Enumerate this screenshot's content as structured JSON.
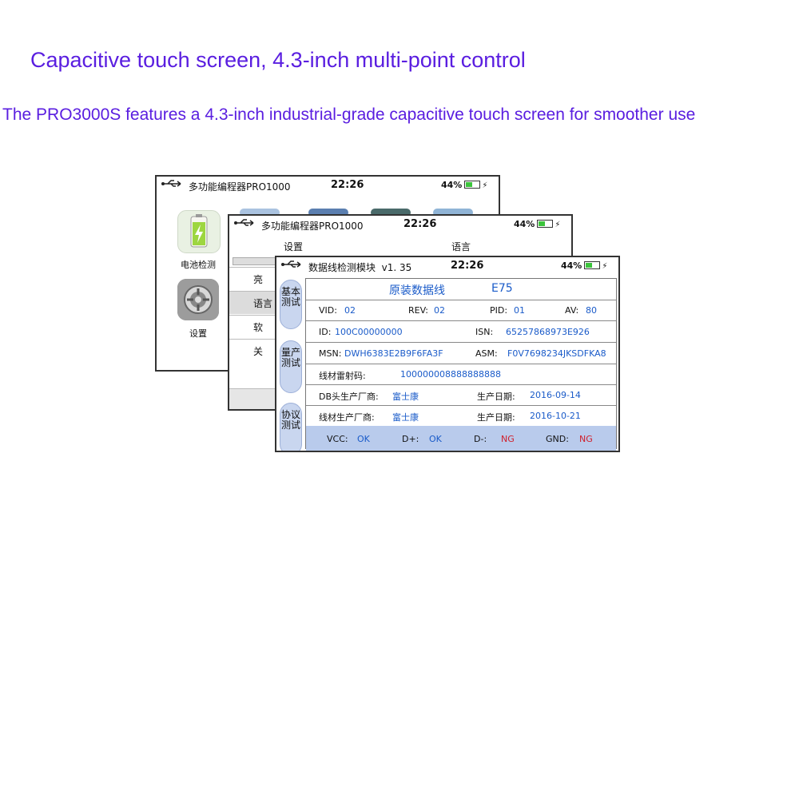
{
  "headline": "Capacitive touch screen, 4.3-inch multi-point control",
  "subline": "The PRO3000S features a 4.3-inch industrial-grade capacitive touch screen for smoother use",
  "screen1": {
    "usb_glyph": "⭠",
    "title": "多功能编程器PRO1000",
    "time": "22:26",
    "battery": "44%",
    "apps": [
      {
        "label": "电池检测"
      },
      {
        "label": "设置"
      }
    ]
  },
  "screen2": {
    "title": "多功能编程器PRO1000",
    "time": "22:26",
    "battery": "44%",
    "header_left": "设置",
    "header_right": "语言",
    "rows": [
      "亮",
      "语言",
      "软",
      "关"
    ]
  },
  "screen3": {
    "title": "数据线检测模块",
    "version": "v1. 35",
    "time": "22:26",
    "battery": "44%",
    "tabs": [
      "基本测试",
      "量产测试",
      "协议测试"
    ],
    "cable_name": "原装数据线",
    "cable_model": "E75",
    "vid_label": "VID:",
    "vid": "02",
    "rev_label": "REV:",
    "rev": "02",
    "pid_label": "PID:",
    "pid": "01",
    "av_label": "AV:",
    "av": "80",
    "id_label": "ID:",
    "id": "100C00000000",
    "isn_label": "ISN:",
    "isn": "65257868973E926",
    "msn_label": "MSN:",
    "msn": "DWH6383E2B9F6FA3F",
    "asm_label": "ASM:",
    "asm": "F0V7698234JKSDFKA8",
    "laser_label": "线材雷射码:",
    "laser": "100000008888888888",
    "db_maker_label": "DB头生产厂商:",
    "db_maker": "富士康",
    "db_date_label": "生产日期:",
    "db_date": "2016-09-14",
    "cable_maker_label": "线材生产厂商:",
    "cable_maker": "富士康",
    "cable_date_label": "生产日期:",
    "cable_date": "2016-10-21",
    "vcc_label": "VCC:",
    "vcc": "OK",
    "dplus_label": "D+:",
    "dplus": "OK",
    "dminus_label": "D-:",
    "dminus": "NG",
    "gnd_label": "GND:",
    "gnd": "NG"
  },
  "colors": {
    "headline": "#5a1ee0",
    "value_blue": "#1a5bc9",
    "value_red": "#d0202c",
    "tab_bg": "#c9d6ef",
    "battery_green": "#3cc43c"
  }
}
